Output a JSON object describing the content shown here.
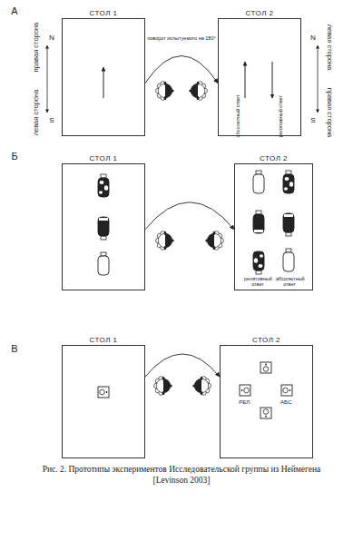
{
  "diagram": {
    "caption": "Рис. 2. Прототипы экспериментов Исследовательской группы из Неймегена [Levinson 2003]",
    "nodes": [
      {
        "text": [
          "СТОЛ 1"
        ]
      },
      {
        "text": [
          "СТОЛ 2"
        ]
      },
      {
        "text": [
          "СТОЛ 1"
        ]
      },
      {
        "text": [
          "СТОЛ 2"
        ]
      },
      {
        "text": [
          "СТОЛ 1"
        ]
      },
      {
        "text": [
          "СТОЛ 2"
        ]
      }
    ],
    "edges": [
      {
        "from": 0,
        "to": 1,
        "arrow": "to",
        "label": "поворот испытуемого на 180°"
      },
      {
        "from": 2,
        "to": 3,
        "arrow": "to"
      },
      {
        "from": 4,
        "to": 5,
        "arrow": "to"
      }
    ],
    "labels": [
      "А",
      "правая сторона",
      "N",
      "S",
      "левая сторона",
      "левая сторона",
      "N",
      "S",
      "правая сторона",
      "абсолютный ответ",
      "релятивный ответ",
      "Б",
      "релятивный ответ",
      "абсолютный ответ",
      "В",
      "РЕЛ.",
      "АБС."
    ]
  }
}
